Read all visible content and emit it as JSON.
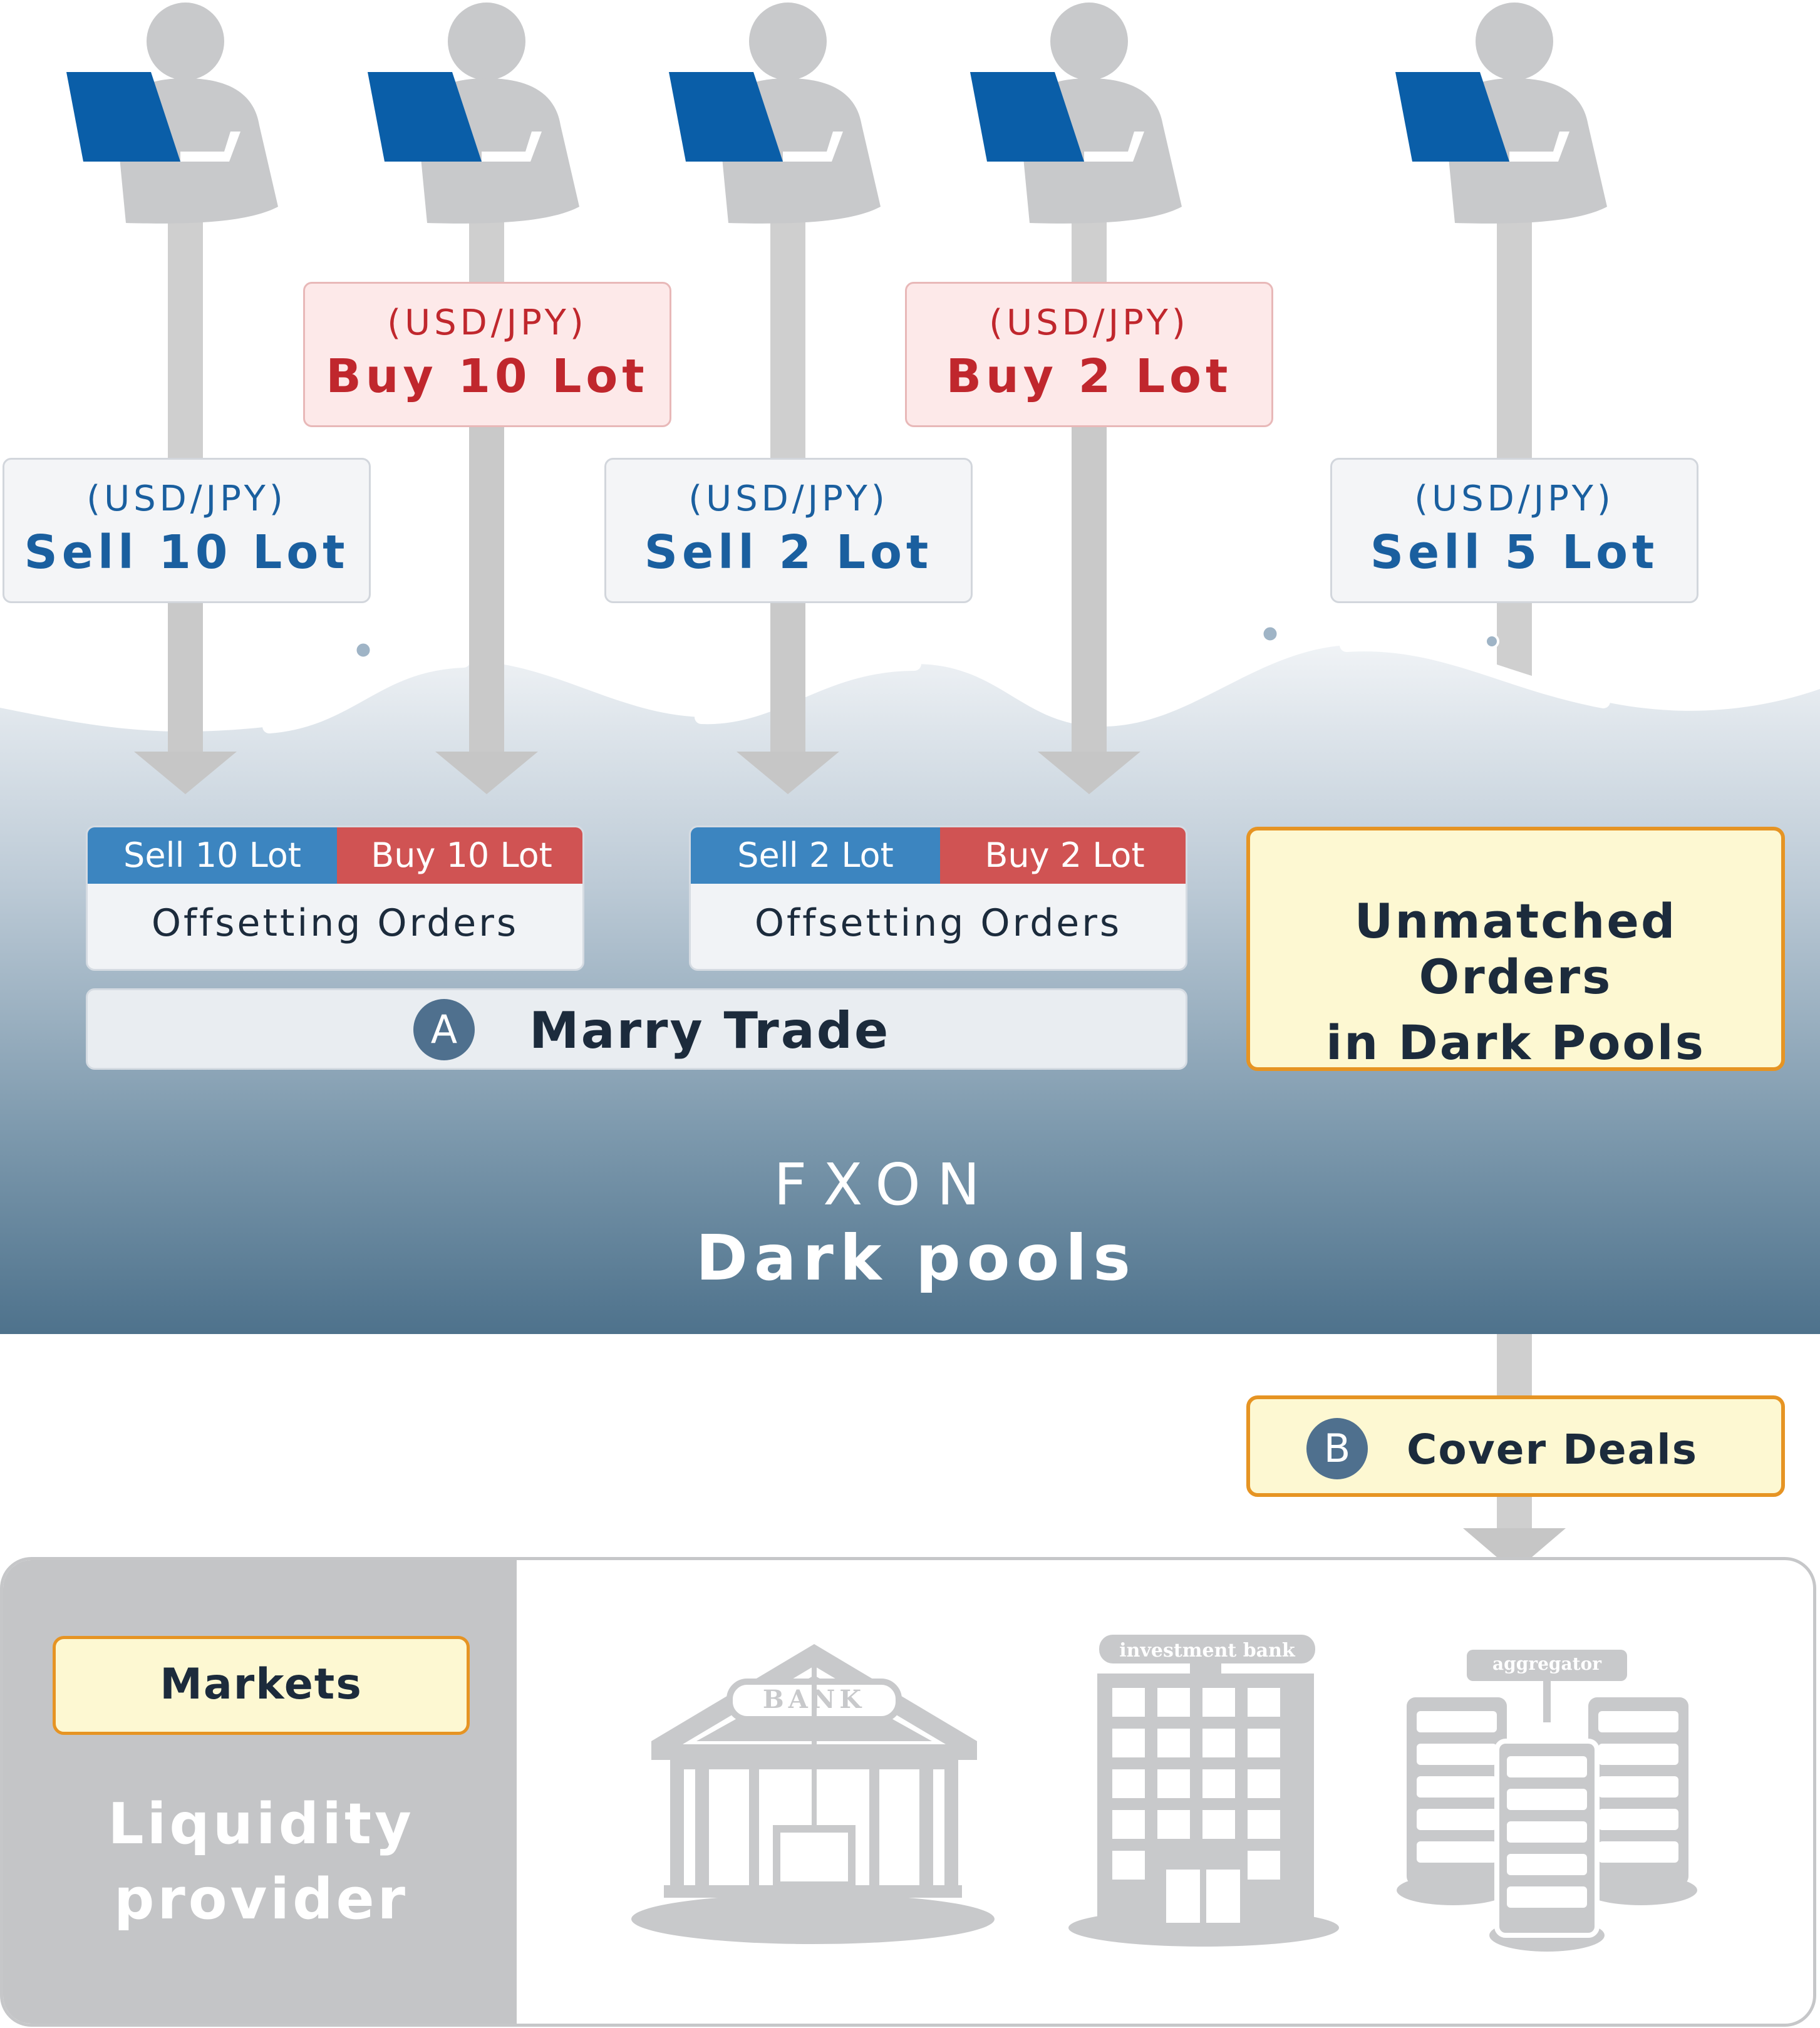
{
  "orders": {
    "sell_10": {
      "pair": "(USD/JPY)",
      "qty": "Sell 10 Lot"
    },
    "buy_10": {
      "pair": "(USD/JPY)",
      "qty": "Buy 10 Lot"
    },
    "sell_2": {
      "pair": "(USD/JPY)",
      "qty": "Sell 2 Lot"
    },
    "buy_2": {
      "pair": "(USD/JPY)",
      "qty": "Buy 2 Lot"
    },
    "sell_5": {
      "pair": "(USD/JPY)",
      "qty": "Sell 5 Lot"
    }
  },
  "offsetting": [
    {
      "sell": "Sell 10 Lot",
      "buy": "Buy 10 Lot",
      "label": "Offsetting Orders"
    },
    {
      "sell": "Sell 2 Lot",
      "buy": "Buy 2 Lot",
      "label": "Offsetting Orders"
    }
  ],
  "marry_trade": {
    "badge": "A",
    "label": "Marry Trade"
  },
  "unmatched": {
    "line1": "Unmatched Orders",
    "line2": "in Dark Pools"
  },
  "dark_pool": {
    "brand": "FXON",
    "title": "Dark pools"
  },
  "cover_deals": {
    "badge": "B",
    "label": "Cover Deals"
  },
  "liquidity": {
    "markets": "Markets",
    "title_line1": "Liquidity",
    "title_line2": "provider",
    "bank_sign": "BANK",
    "investment_bank_sign": "investment bank",
    "aggregator_sign": "aggregator"
  },
  "colors": {
    "sell_blue": "#1a5f9f",
    "buy_red": "#c0272d",
    "laptop_blue": "#0a5ea8",
    "pool_dark": "#517690",
    "highlight_orange": "#e69423",
    "icon_gray": "#c8c9cb"
  }
}
